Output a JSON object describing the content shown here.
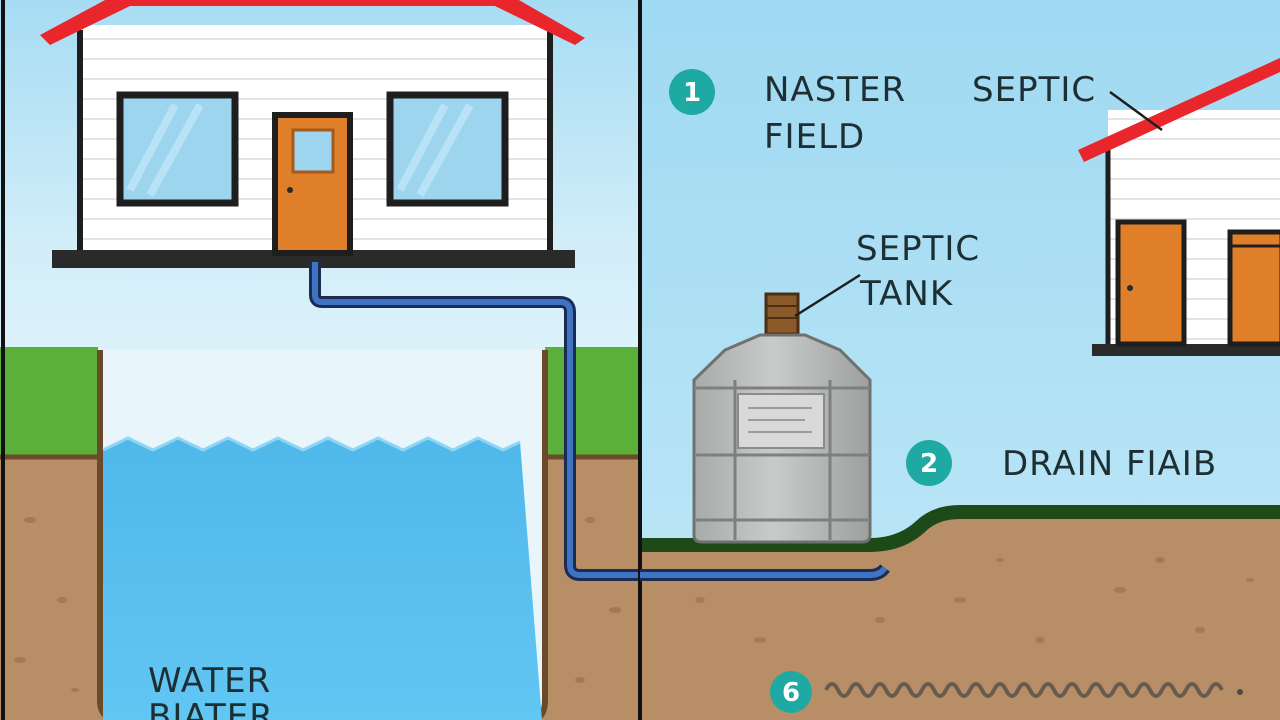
{
  "labels": {
    "naster": "NASTER",
    "field": "FIELD",
    "septic_top": "SEPTIC",
    "septic": "SEPTIC",
    "tank": "TANK",
    "drain": "DRAIN FIAIB",
    "water": "WATER",
    "water2": "BIATER"
  },
  "badges": {
    "one": "1",
    "two": "2",
    "six": "6"
  },
  "colors": {
    "sky": "#a9ddf3",
    "roof": "#e8262c",
    "door": "#e07f2a",
    "water": "#58bdec",
    "grass": "#5bb03a",
    "soil": "#b88e66",
    "badge": "#1fa9a3",
    "pipe": "#2e5aa0"
  }
}
